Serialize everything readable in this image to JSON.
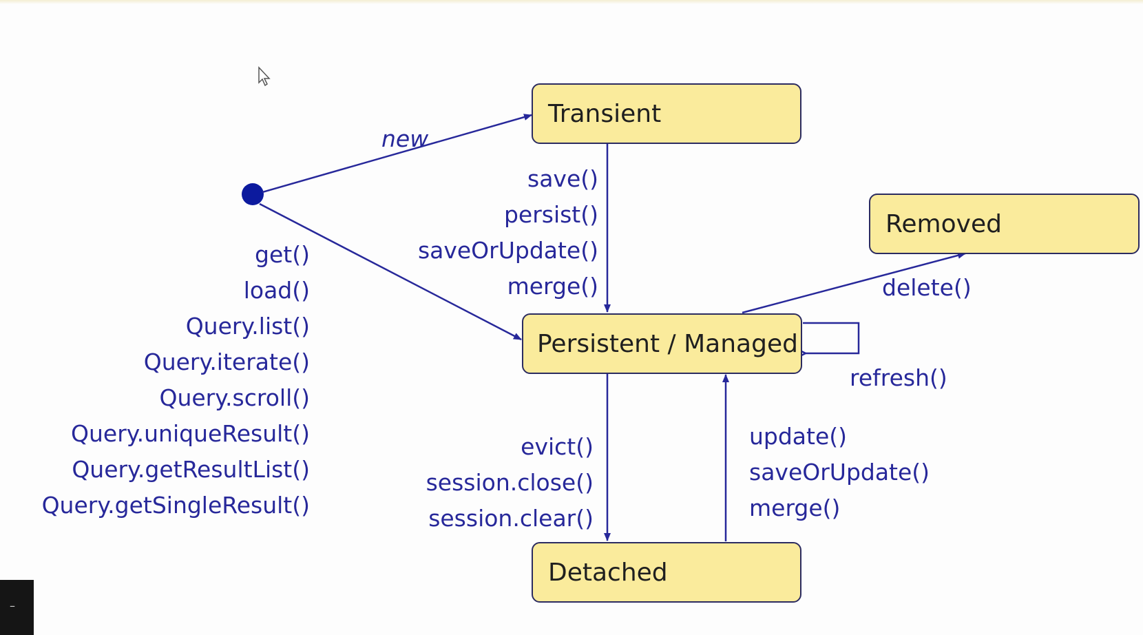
{
  "states": {
    "transient": "Transient",
    "persistent": "Persistent / Managed",
    "removed": "Removed",
    "detached": "Detached"
  },
  "transitions": {
    "new": "new",
    "start_to_persistent": [
      "get()",
      "load()",
      "Query.list()",
      "Query.iterate()",
      "Query.scroll()",
      "Query.uniqueResult()",
      "Query.getResultList()",
      "Query.getSingleResult()"
    ],
    "transient_to_persistent": [
      "save()",
      "persist()",
      "saveOrUpdate()",
      "merge()"
    ],
    "persistent_to_removed": "delete()",
    "persistent_self": "refresh()",
    "persistent_to_detached": [
      "evict()",
      "session.close()",
      "session.clear()"
    ],
    "detached_to_persistent": [
      "update()",
      "saveOrUpdate()",
      "merge()"
    ]
  },
  "colors": {
    "state_fill": "#faeb9c",
    "state_border": "#2b2b60",
    "arrow": "#27289a",
    "initial_node": "#0c1a9e"
  }
}
